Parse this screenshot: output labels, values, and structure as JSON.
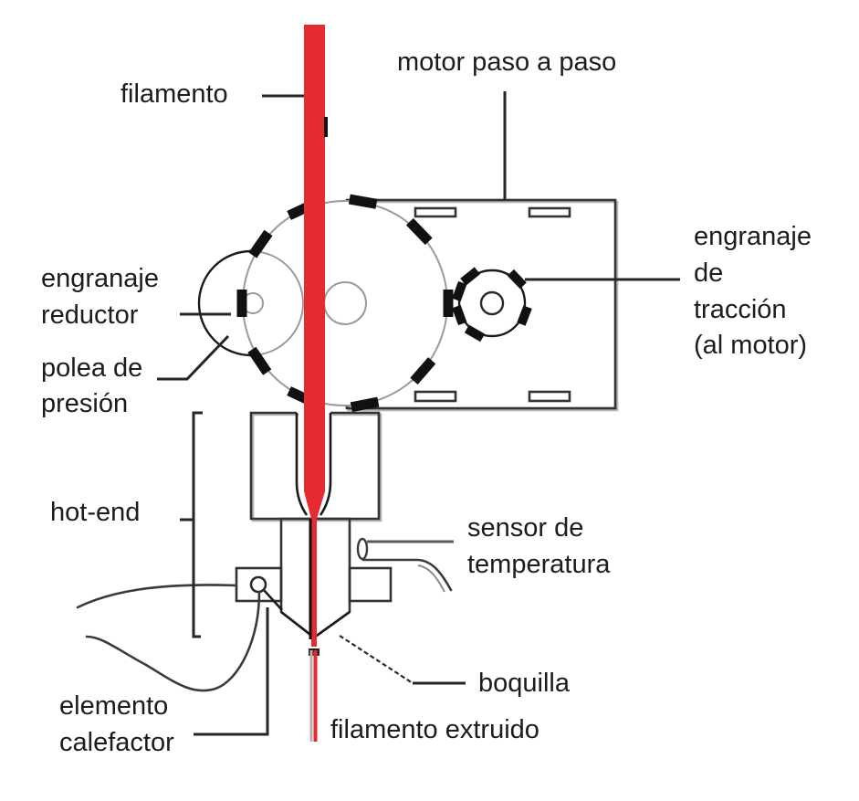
{
  "title": "Extrusor de impresora 3D",
  "labels": {
    "filament": "filamento",
    "stepper_motor": "motor paso a paso",
    "reduction_gear": [
      "engranaje",
      "reductor"
    ],
    "pressure_pulley": [
      "polea de",
      "presión"
    ],
    "drive_gear": [
      "engranaje",
      "de",
      "tracción",
      "(al motor)"
    ],
    "hot_end": "hot-end",
    "temperature_sensor": [
      "sensor de",
      "temperatura"
    ],
    "nozzle": "boquilla",
    "heating_element": [
      "elemento",
      "calefactor"
    ],
    "extruded_filament": "filamento extruido"
  },
  "colors": {
    "filament": "#e52b32",
    "outline": "#262626",
    "gear_outline": "#9a9a9a",
    "background": "#ffffff"
  }
}
